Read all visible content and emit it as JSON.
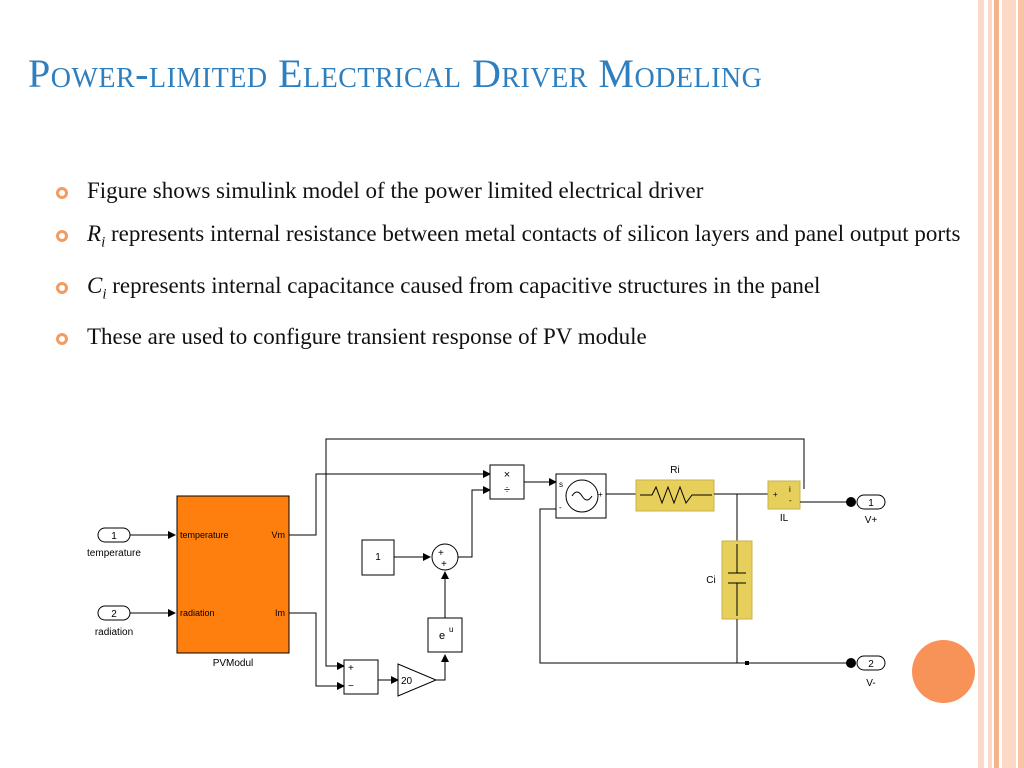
{
  "slide": {
    "title": "Power-limited Electrical Driver Modeling",
    "bullets": [
      {
        "text": "Figure shows simulink model of the power limited electrical driver"
      },
      {
        "symbol": "R",
        "subscript": "i",
        "text": " represents internal resistance between metal contacts of silicon layers and panel output ports"
      },
      {
        "symbol": "C",
        "subscript": "i",
        "text": " represents internal capacitance caused from capacitive structures in the panel"
      },
      {
        "text": "These are used to configure transient response of PV module"
      }
    ]
  },
  "diagram": {
    "inport1_num": "1",
    "inport1_label": "temperature",
    "inport2_num": "2",
    "inport2_label": "radiation",
    "pv_in1": "temperature",
    "pv_in2": "radiation",
    "pv_out1": "Vm",
    "pv_out2": "Im",
    "pv_name": "PVModul",
    "const_value": "1",
    "gain_value": "20",
    "exp_base": "e",
    "exp_power": "u",
    "ri_label": "Ri",
    "ci_label": "Ci",
    "il_label": "IL",
    "outport1_num": "1",
    "outport1_label": "V+",
    "outport2_num": "2",
    "outport2_label": "V-",
    "colors": {
      "title": "#2e7fbf",
      "bullet": "#f39c62",
      "pv_block": "#ff7f0e",
      "sps_block": "#e6cf5a",
      "accent_circle": "#f79259"
    }
  }
}
